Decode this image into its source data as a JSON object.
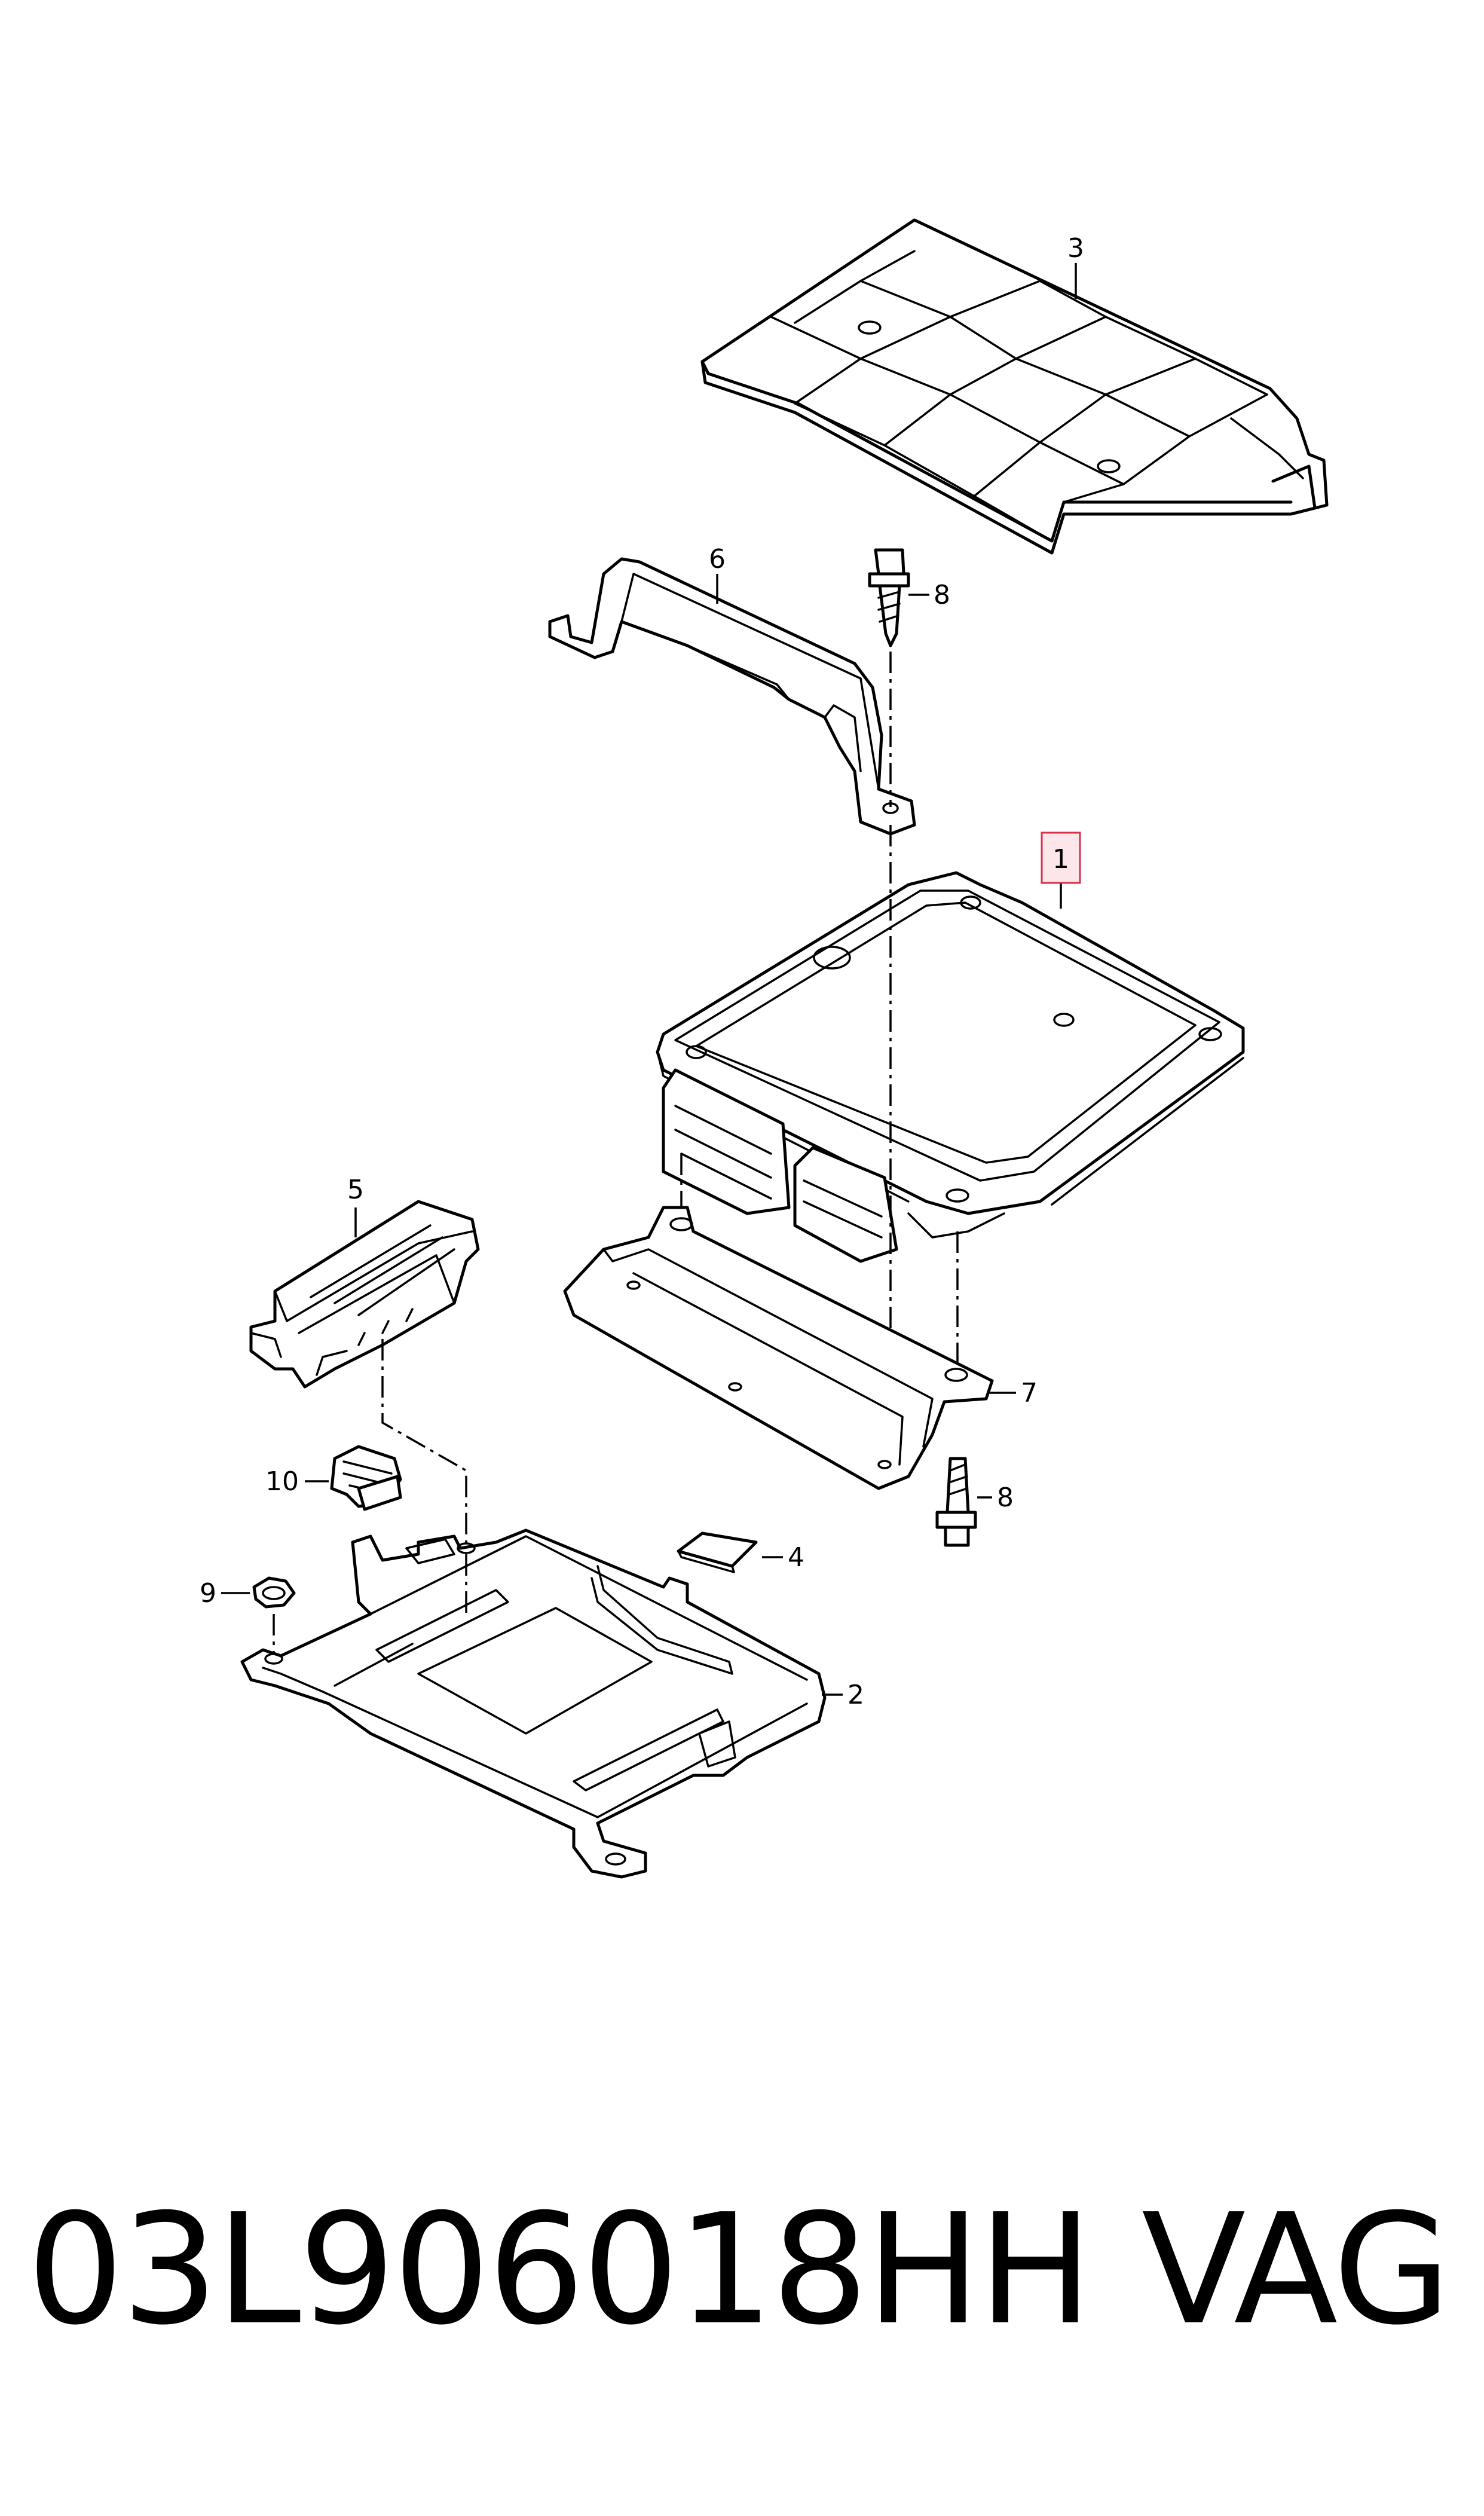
{
  "callouts": {
    "c1": "1",
    "c2": "2",
    "c3": "3",
    "c4": "4",
    "c5": "5",
    "c6": "6",
    "c7": "7",
    "c8a": "8",
    "c8b": "8",
    "c9": "9",
    "c10": "10"
  },
  "footer": {
    "part_number": "03L906018HH",
    "brand": "VAG"
  },
  "colors": {
    "highlight_fill": "#fde6ea",
    "highlight_stroke": "#d9304a",
    "line": "#000000"
  }
}
